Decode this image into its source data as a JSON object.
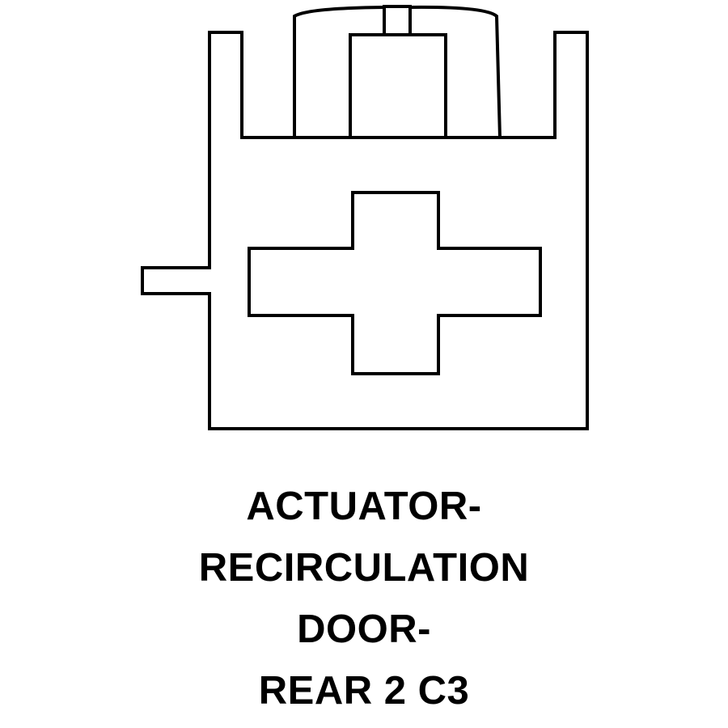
{
  "caption": {
    "lines": [
      "ACTUATOR-",
      "RECIRCULATION",
      "DOOR-",
      "REAR 2 C3"
    ]
  },
  "colors": {
    "stroke": "#000000",
    "background": "#ffffff"
  },
  "icons": {
    "connector": "connector-outline-icon",
    "cross": "cross-keying-icon"
  }
}
